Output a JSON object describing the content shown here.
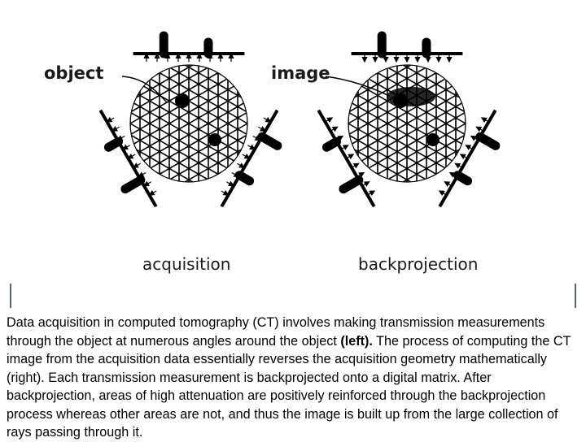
{
  "figure": {
    "label_object": "object",
    "label_image": "image",
    "label_acquisition": "acquisition",
    "label_backprojection": "backprojection"
  },
  "caption": {
    "part1": "Data acquisition in computed tomography (CT) involves making transmission measurements through the object at numerous angles around the object ",
    "part2": "(left).",
    "part3": " The process of computing the CT image from the acquisition data essentially reverses the acquisition geometry mathematically (right). Each transmission measurement is backprojected onto a digital matrix. After backprojection, areas of high attenuation are positively reinforced through the backprojection process whereas other areas are not, and thus the image is built up from the large collection of rays passing through it."
  }
}
